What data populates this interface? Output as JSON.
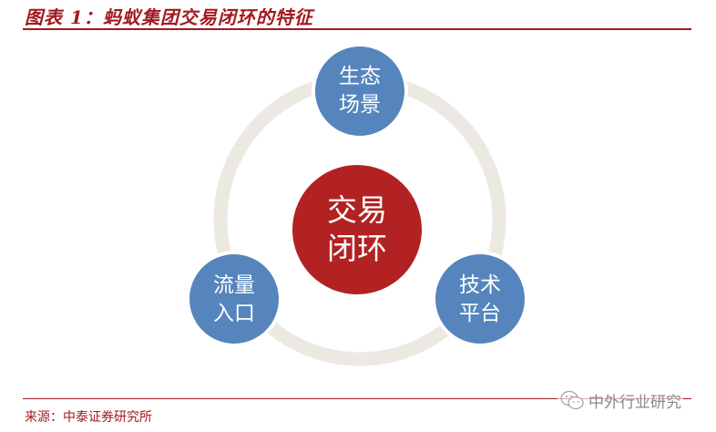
{
  "header": {
    "title": "图表 1：蚂蚁集团交易闭环的特征"
  },
  "diagram": {
    "center": {
      "line1": "交易",
      "line2": "闭环",
      "color": "#B22222"
    },
    "nodes": [
      {
        "id": "ecosystem",
        "line1": "生态",
        "line2": "场景",
        "color": "#5585BC"
      },
      {
        "id": "traffic",
        "line1": "流量",
        "line2": "入口",
        "color": "#5585BC"
      },
      {
        "id": "tech",
        "line1": "技术",
        "line2": "平台",
        "color": "#5585BC"
      }
    ],
    "ring_color": "#ECE9E2"
  },
  "footer": {
    "source": "来源：中泰证券研究所",
    "watermark": "中外行业研究",
    "accent_color": "#A11A1F"
  }
}
